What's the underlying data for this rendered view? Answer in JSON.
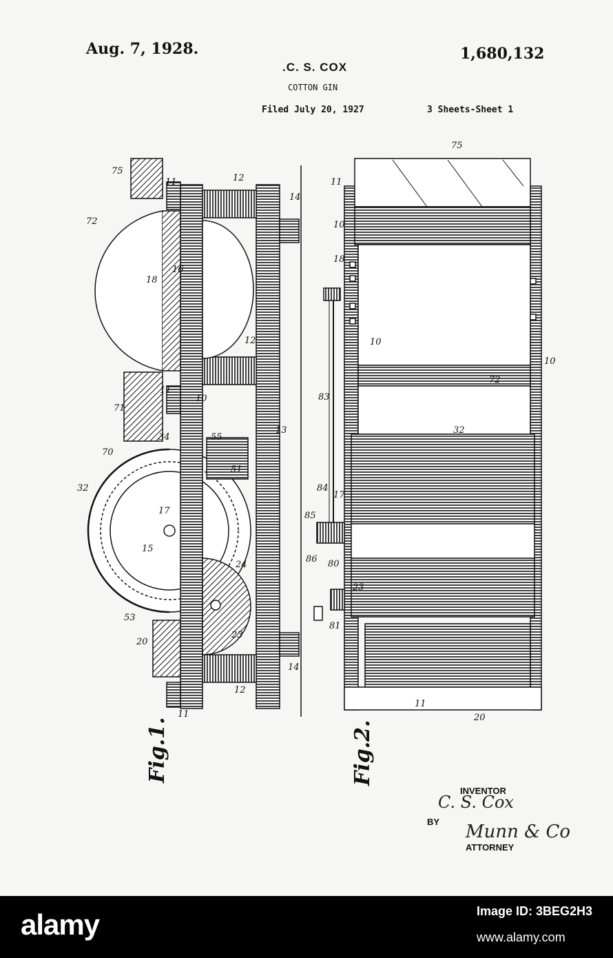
{
  "header": {
    "date": "Aug. 7, 1928.",
    "patent_number": "1,680,132",
    "inventor_name": ".C. S. COX",
    "title": "COTTON GIN",
    "filed": "Filed July 20, 1927",
    "sheets": "3 Sheets-Sheet  1"
  },
  "figures": {
    "fig1_label": "Fig.1.",
    "fig2_label": "Fig.2.",
    "fig1_refs": [
      "75",
      "11",
      "12",
      "14",
      "72",
      "16",
      "18",
      "12",
      "11",
      "71",
      "10",
      "55",
      "13",
      "70",
      "34",
      "51",
      "32",
      "17",
      "15",
      "24",
      "53",
      "20",
      "23",
      "14",
      "12",
      "11"
    ],
    "fig2_refs": [
      "75",
      "11",
      "10",
      "18",
      "10",
      "83",
      "10",
      "72",
      "32",
      "84",
      "85",
      "17",
      "86",
      "80",
      "23",
      "81",
      "11",
      "20"
    ]
  },
  "signature": {
    "inventor_label": "INVENTOR",
    "inventor_sig": "C. S. Cox",
    "by_label": "BY",
    "attorney_sig": "Munn & Co",
    "attorney_label": "ATTORNEY"
  },
  "watermark": {
    "brand": "alamy",
    "image_id": "Image ID: 3BEG2H3",
    "url": "www.alamy.com"
  }
}
